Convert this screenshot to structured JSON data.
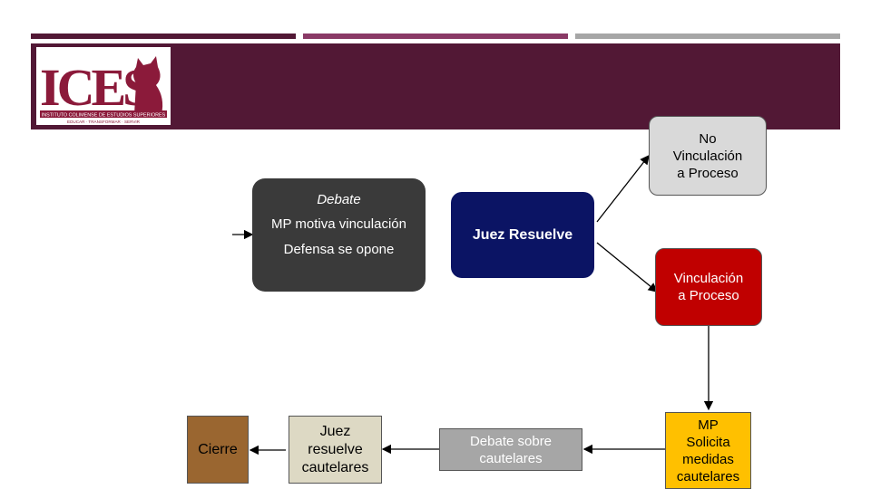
{
  "colors": {
    "bar1": "#521835",
    "bar2": "#8a3a66",
    "bar3": "#a6a6a6",
    "header": "#521835",
    "logo": "#8b1a3a",
    "debate": "#3a3a3a",
    "juez": "#0b1464",
    "no_vinc": "#d9d9d9",
    "vinc": "#c00000",
    "mp_solicita": "#ffc000",
    "debate_caut": "#a6a6a6",
    "juez_caut": "#ddd9c4",
    "cierre": "#9a6630"
  },
  "logo": {
    "text": "ICES",
    "subtitle": "INSTITUTO COLIMENSE DE ESTUDIOS SUPERIORES",
    "motto": "EDUCAR · TRANSFORMAR · SERVIR"
  },
  "nodes": {
    "debate": {
      "title": "Debate",
      "line1": "MP motiva vinculación",
      "line2": "Defensa se opone"
    },
    "juez_resuelve": {
      "label": "Juez Resuelve"
    },
    "no_vinculacion": {
      "line1": "No",
      "line2": "Vinculación",
      "line3": "a Proceso"
    },
    "vinculacion": {
      "line1": "Vinculación",
      "line2": "a Proceso"
    },
    "mp_solicita": {
      "line1": "MP",
      "line2": "Solicita",
      "line3": "medidas",
      "line4": "cautelares"
    },
    "debate_cautelares": {
      "line1": "Debate sobre",
      "line2": "cautelares"
    },
    "juez_cautelares": {
      "line1": "Juez",
      "line2": "resuelve",
      "line3": "cautelares"
    },
    "cierre": {
      "label": "Cierre"
    }
  }
}
